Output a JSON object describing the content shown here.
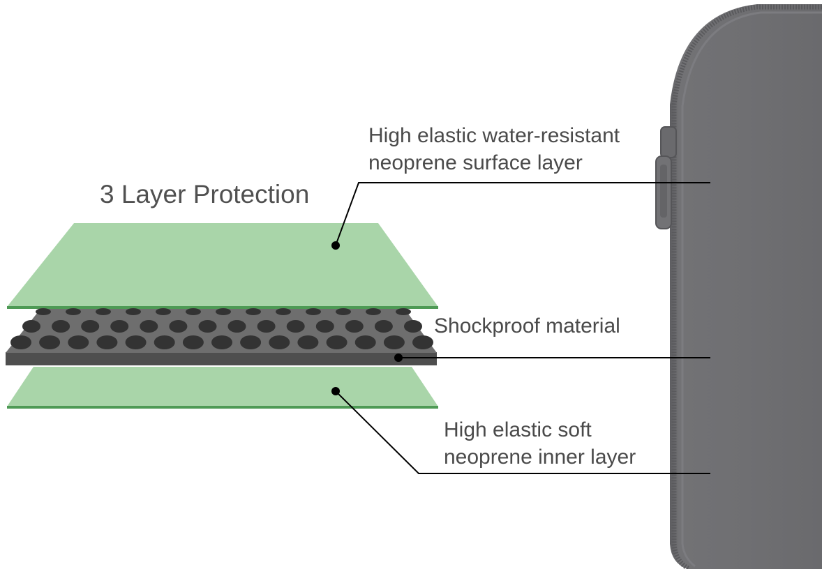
{
  "title": "3 Layer Protection",
  "layers": [
    {
      "id": "surface",
      "lines": [
        "High elastic water-resistant",
        "neoprene surface layer"
      ],
      "color": "#a9d5a9"
    },
    {
      "id": "shockproof",
      "lines": [
        "Shockproof material"
      ],
      "color": "#6e6e6e"
    },
    {
      "id": "inner",
      "lines": [
        "High elastic soft",
        "neoprene inner layer"
      ],
      "color": "#a9d5a9"
    }
  ],
  "colors": {
    "green_layer": "#a9d5a9",
    "green_edge": "#4e9a55",
    "foam_top": "#6e6e6e",
    "foam_side": "#4e4e4e",
    "foam_dots": "#333333",
    "sleeve": "#6d6d70",
    "leader_line": "#000000",
    "text": "#4a4a4a"
  },
  "sleeve_icon": "laptop-sleeve-with-zipper"
}
